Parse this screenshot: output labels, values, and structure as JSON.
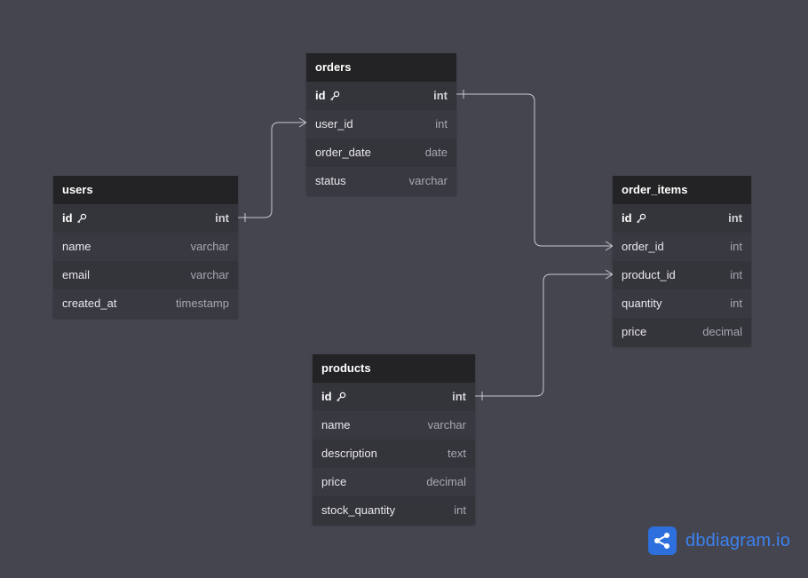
{
  "app": {
    "brand": "dbdiagram.io"
  },
  "colors": {
    "canvas": "#45454f",
    "header": "#232325",
    "body": "#37373f",
    "link": "#c8c8d0",
    "brand": "#3b82f0"
  },
  "tables": {
    "orders": {
      "name": "orders",
      "columns": [
        {
          "name": "id",
          "type": "int",
          "pk": true
        },
        {
          "name": "user_id",
          "type": "int"
        },
        {
          "name": "order_date",
          "type": "date"
        },
        {
          "name": "status",
          "type": "varchar"
        }
      ]
    },
    "users": {
      "name": "users",
      "columns": [
        {
          "name": "id",
          "type": "int",
          "pk": true
        },
        {
          "name": "name",
          "type": "varchar"
        },
        {
          "name": "email",
          "type": "varchar"
        },
        {
          "name": "created_at",
          "type": "timestamp"
        }
      ]
    },
    "order_items": {
      "name": "order_items",
      "columns": [
        {
          "name": "id",
          "type": "int",
          "pk": true
        },
        {
          "name": "order_id",
          "type": "int"
        },
        {
          "name": "product_id",
          "type": "int"
        },
        {
          "name": "quantity",
          "type": "int"
        },
        {
          "name": "price",
          "type": "decimal"
        }
      ]
    },
    "products": {
      "name": "products",
      "columns": [
        {
          "name": "id",
          "type": "int",
          "pk": true
        },
        {
          "name": "name",
          "type": "varchar"
        },
        {
          "name": "description",
          "type": "text"
        },
        {
          "name": "price",
          "type": "decimal"
        },
        {
          "name": "stock_quantity",
          "type": "int"
        }
      ]
    }
  },
  "relationships": [
    {
      "from": "users.id",
      "to": "orders.user_id",
      "type": "one-to-many"
    },
    {
      "from": "orders.id",
      "to": "order_items.order_id",
      "type": "one-to-many"
    },
    {
      "from": "products.id",
      "to": "order_items.product_id",
      "type": "one-to-many"
    }
  ]
}
